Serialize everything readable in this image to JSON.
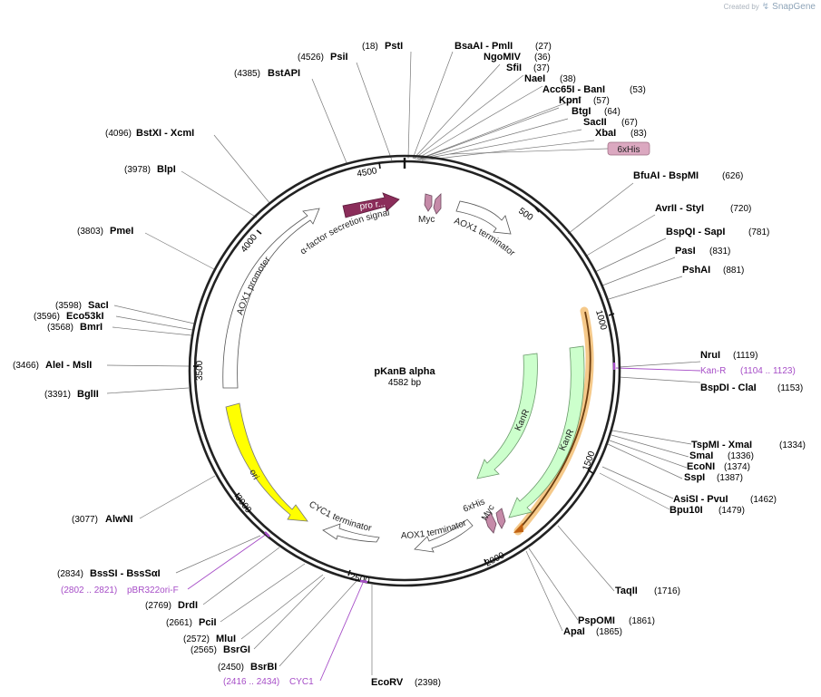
{
  "brand": {
    "created_by": "Created by",
    "app": "SnapGene"
  },
  "plasmid": {
    "name": "pKanB alpha",
    "length_label": "4582 bp",
    "length": 4582
  },
  "ticks": [
    "500",
    "1000",
    "1500",
    "2000",
    "2500",
    "3000",
    "3500",
    "4000",
    "4500"
  ],
  "sites": [
    {
      "name": "PstI",
      "pos": "(18)"
    },
    {
      "name": "PsiI",
      "pos": "(4526)"
    },
    {
      "name": "BstAPI",
      "pos": "(4385)"
    },
    {
      "name": "BstXI - XcmI",
      "pos": "(4096)"
    },
    {
      "name": "BlpI",
      "pos": "(3978)"
    },
    {
      "name": "PmeI",
      "pos": "(3803)"
    },
    {
      "name": "SacI",
      "pos": "(3598)"
    },
    {
      "name": "Eco53kI",
      "pos": "(3596)"
    },
    {
      "name": "BmrI",
      "pos": "(3568)"
    },
    {
      "name": "AleI - MslI",
      "pos": "(3466)"
    },
    {
      "name": "BglII",
      "pos": "(3391)"
    },
    {
      "name": "AlwNI",
      "pos": "(3077)"
    },
    {
      "name": "BssSI - BssSαI",
      "pos": "(2834)"
    },
    {
      "name": "DrdI",
      "pos": "(2769)"
    },
    {
      "name": "PciI",
      "pos": "(2661)"
    },
    {
      "name": "MluI",
      "pos": "(2572)"
    },
    {
      "name": "BsrGI",
      "pos": "(2565)"
    },
    {
      "name": "BsrBI",
      "pos": "(2450)"
    },
    {
      "name": "EcoRV",
      "pos": "(2398)"
    },
    {
      "name": "BsaAI - PmlI",
      "pos": "(27)"
    },
    {
      "name": "NgoMIV",
      "pos": "(36)"
    },
    {
      "name": "SfiI",
      "pos": "(37)"
    },
    {
      "name": "NaeI",
      "pos": "(38)"
    },
    {
      "name": "Acc65I - BanI",
      "pos": "(53)"
    },
    {
      "name": "KpnI",
      "pos": "(57)"
    },
    {
      "name": "BtgI",
      "pos": "(64)"
    },
    {
      "name": "SacII",
      "pos": "(67)"
    },
    {
      "name": "XbaI",
      "pos": "(83)"
    },
    {
      "name": "BfuAI - BspMI",
      "pos": "(626)"
    },
    {
      "name": "AvrII - StyI",
      "pos": "(720)"
    },
    {
      "name": "BspQI - SapI",
      "pos": "(781)"
    },
    {
      "name": "PasI",
      "pos": "(831)"
    },
    {
      "name": "PshAI",
      "pos": "(881)"
    },
    {
      "name": "NruI",
      "pos": "(1119)"
    },
    {
      "name": "BspDI - ClaI",
      "pos": "(1153)"
    },
    {
      "name": "TspMI - XmaI",
      "pos": "(1334)"
    },
    {
      "name": "SmaI",
      "pos": "(1336)"
    },
    {
      "name": "EcoNI",
      "pos": "(1374)"
    },
    {
      "name": "SspI",
      "pos": "(1387)"
    },
    {
      "name": "AsiSI - PvuI",
      "pos": "(1462)"
    },
    {
      "name": "Bpu10I",
      "pos": "(1479)"
    },
    {
      "name": "TaqII",
      "pos": "(1716)"
    },
    {
      "name": "PspOMI",
      "pos": "(1861)"
    },
    {
      "name": "ApaI",
      "pos": "(1865)"
    }
  ],
  "primers": [
    {
      "name": "Kan-R",
      "range": "(1104 .. 1123)"
    },
    {
      "name": "pBR322ori-F",
      "range": "(2802 .. 2821)"
    },
    {
      "name": "CYC1",
      "range": "(2416 .. 2434)"
    }
  ],
  "features": {
    "his_tag_top": "6xHis",
    "pro_region": "pro r...",
    "alpha_factor": "α-factor secretion signal",
    "myc_top": "Myc",
    "aox1_terminator_top": "AOX1 terminator",
    "aox1_promoter": "AOX1 promoter",
    "ori": "ori",
    "cyc1_terminator": "CYC1 terminator",
    "aox1_terminator_bottom": "AOX1 terminator",
    "his_tag_bottom": "6xHis",
    "myc_bottom": "Myc",
    "kanr_inner": "KanR",
    "kanr_outer": "KanR"
  },
  "colors": {
    "backbone": "#222222",
    "primer": "#a64dc7",
    "pro_region": "#8b2d5a",
    "tag": "#c58aa8",
    "ori": "#ffff00",
    "kanr": "#ccffcc",
    "highlight": "#f5c98a"
  }
}
